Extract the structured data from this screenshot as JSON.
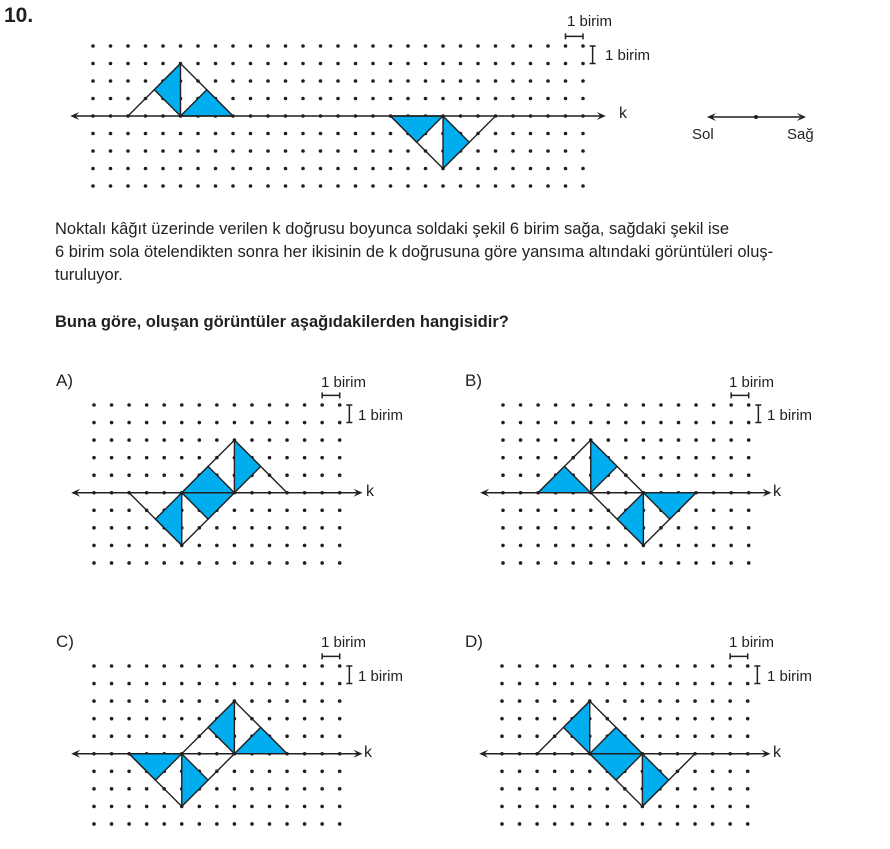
{
  "question": {
    "number": "10.",
    "text_lines": [
      "Noktalı kâğıt üzerinde verilen k doğrusu boyunca soldaki şekil 6 birim sağa, sağdaki şekil ise",
      "6 birim sola ötelendikten sonra her ikisinin de k doğrusuna göre yansıma altındaki görüntüleri oluş-",
      "turuluyor."
    ],
    "prompt": "Buna göre, oluşan görüntüler aşağıdakilerden hangisidir?"
  },
  "figure": {
    "unit_h": "1 birim",
    "unit_v": "1 birim",
    "line_label": "k",
    "direction_left": "Sol",
    "direction_right": "Sağ"
  },
  "options": [
    {
      "label": "A)",
      "unit_h": "1 birim",
      "unit_v": "1 birim",
      "line_label": "k"
    },
    {
      "label": "B)",
      "unit_h": "1 birim",
      "unit_v": "1 birim",
      "line_label": "k"
    },
    {
      "label": "C)",
      "unit_h": "1 birim",
      "unit_v": "1 birim",
      "line_label": "k"
    },
    {
      "label": "D)",
      "unit_h": "1 birim",
      "unit_v": "1 birim",
      "line_label": "k"
    }
  ],
  "colors": {
    "fill": "#00aeef",
    "ink": "#231f20"
  }
}
